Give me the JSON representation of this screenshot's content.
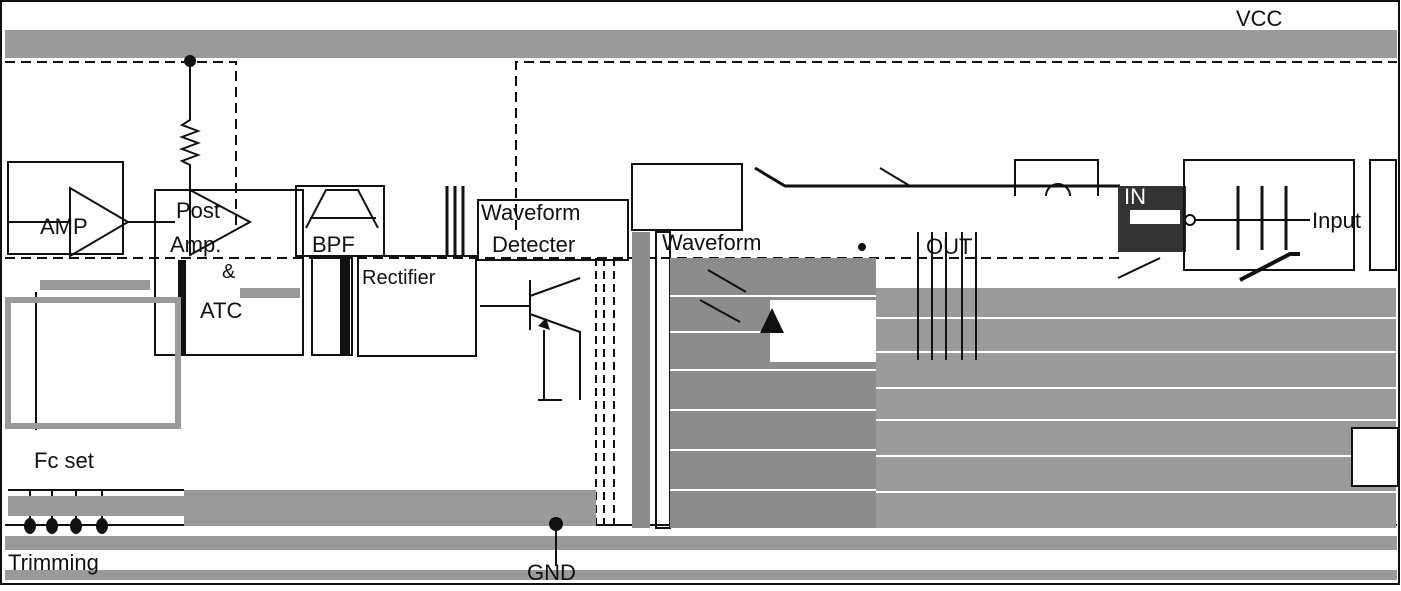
{
  "rails": {
    "vcc": "VCC",
    "gnd": "GND"
  },
  "blocks": {
    "amp": "AMP",
    "post_amp_line1": "Post",
    "post_amp_line2": "Amp.",
    "post_amp_line3": "&",
    "post_amp_line4": "ATC",
    "bpf": "BPF",
    "rectifier": "Rectifier",
    "waveform_detecter_line1": "Waveform",
    "waveform_detecter_line2": "Detecter",
    "waveform_shaper": "Waveform",
    "out": "OUT",
    "in": "IN",
    "input": "Input"
  },
  "labels": {
    "fc_set": "Fc set",
    "trimming": "Trimming"
  },
  "colors": {
    "rail": "#9a9a9a",
    "line": "#111111",
    "fill": "#8c8c8c"
  }
}
